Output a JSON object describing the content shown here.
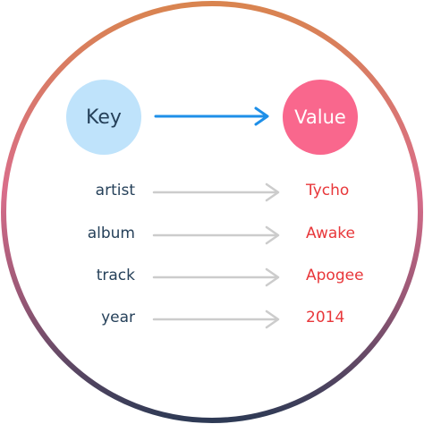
{
  "header": {
    "key_label": "Key",
    "value_label": "Value"
  },
  "pairs": [
    {
      "key": "artist",
      "value": "Tycho"
    },
    {
      "key": "album",
      "value": "Awake"
    },
    {
      "key": "track",
      "value": "Apogee"
    },
    {
      "key": "year",
      "value": "2014"
    }
  ],
  "colors": {
    "key_bubble": "#bfe3fb",
    "value_bubble": "#f9678d",
    "main_arrow": "#1e8fe8",
    "row_arrow": "#cccccc",
    "key_text": "#26415a",
    "value_text": "#e8373a",
    "ring_top": "#d9844f",
    "ring_mid": "#d96d8a",
    "ring_bottom": "#2e3a55"
  }
}
